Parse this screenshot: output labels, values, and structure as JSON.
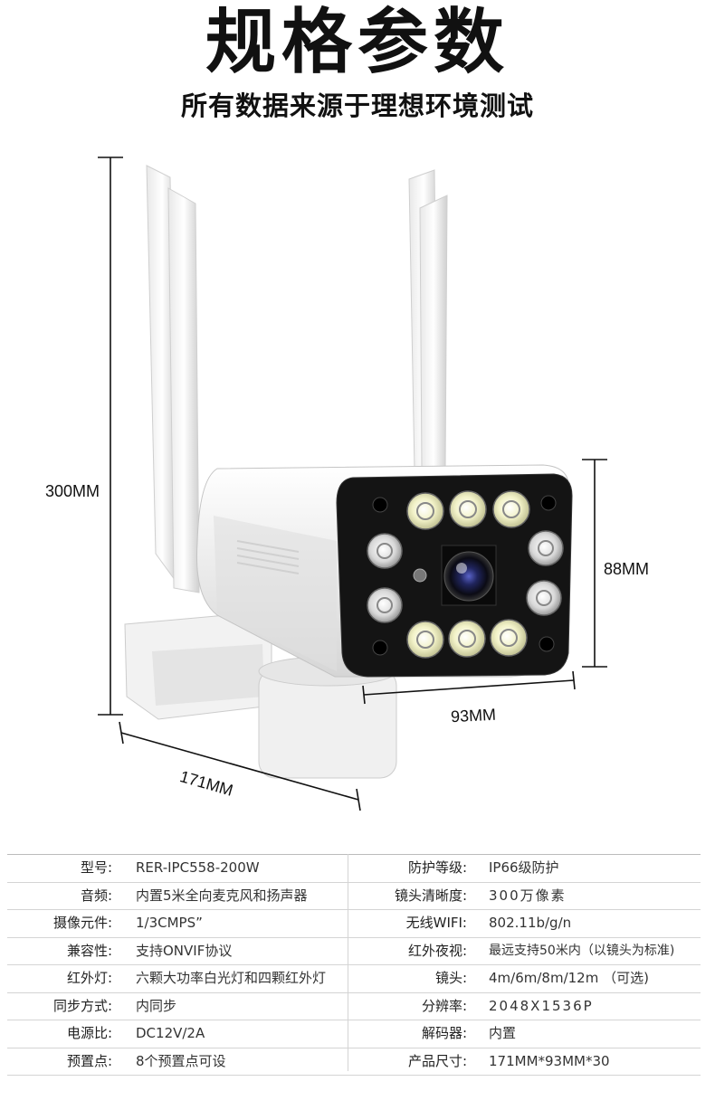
{
  "header": {
    "title": "规格参数",
    "subtitle": "所有数据来源于理想环境测试"
  },
  "dimensions": {
    "height": "300MM",
    "front_height": "88MM",
    "front_width": "93MM",
    "length": "171MM"
  },
  "specs": [
    {
      "k1": "型号:",
      "v1": "RER-IPC558-200W",
      "k2": "防护等级:",
      "v2": "IP66级防护"
    },
    {
      "k1": "音频:",
      "v1": "内置5米全向麦克风和扬声器",
      "k2": "镜头清晰度:",
      "v2": "300万像素"
    },
    {
      "k1": "摄像元件:",
      "v1": "1/3CMPS”",
      "k2": "无线WIFI:",
      "v2": "802.11b/g/n"
    },
    {
      "k1": "兼容性:",
      "v1": "支持ONVIF协议",
      "k2": "红外夜视:",
      "v2": "最远支持50米内（以镜头为标准)"
    },
    {
      "k1": "红外灯:",
      "v1": "六颗大功率白光灯和四颗红外灯",
      "k2": "镜头:",
      "v2": "4m/6m/8m/12m （可选)"
    },
    {
      "k1": "同步方式:",
      "v1": "内同步",
      "k2": "分辨率:",
      "v2": "2048X1536P"
    },
    {
      "k1": "电源比:",
      "v1": "DC12V/2A",
      "k2": "解码器:",
      "v2": "内置"
    },
    {
      "k1": "预置点:",
      "v1": "8个预置点可设",
      "k2": "产品尺寸:",
      "v2": "171MM*93MM*30"
    }
  ]
}
